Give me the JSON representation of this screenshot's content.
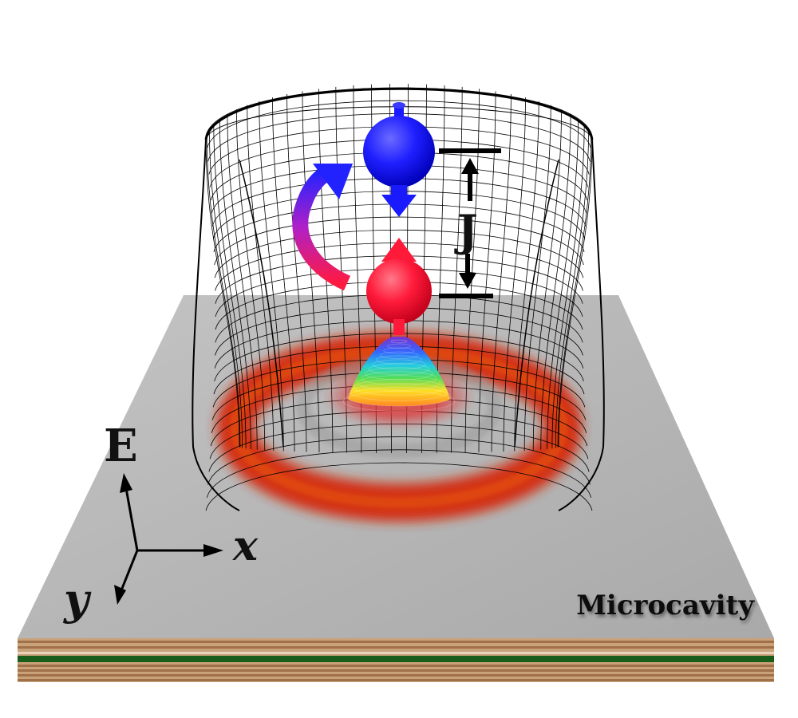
{
  "labels": {
    "energy_axis": "E",
    "x_axis": "x",
    "y_axis": "y",
    "coupling": "J",
    "substrate": "Microcavity"
  },
  "colors": {
    "plate_top": "#b3b3b3",
    "plate_side": "#c9a27a",
    "plate_stripe": "#a0704a",
    "plate_green": "#1a5c1a",
    "spin_up": "#ff1a3a",
    "spin_down": "#1a1aff",
    "ring": "#d42a10",
    "mesh": "#000000"
  },
  "icons": {
    "spin_up": "red-sphere-up-arrow",
    "spin_down": "blue-sphere-down-arrow",
    "flip_arrow": "curved-arrow-red-to-blue"
  }
}
